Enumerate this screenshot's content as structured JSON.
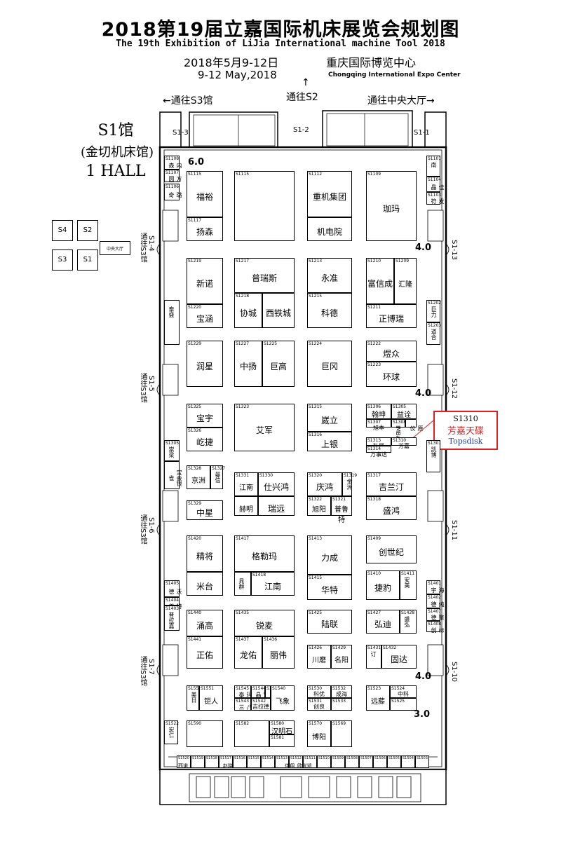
{
  "header": {
    "title": "2018第19届立嘉国际机床展览会规划图",
    "subtitle": "The 19th Exhibition of LiJia International machine Tool 2018",
    "date_cn": "2018年5月9-12日",
    "date_en": "9-12 May,2018",
    "venue_cn": "重庆国际博览中心",
    "venue_en": "Chongqing International Expo Center"
  },
  "navigation": {
    "to_s3": "←通往S3馆",
    "to_s2": "通往S2",
    "to_central": "通往中央大厅→",
    "side_left": "通往S3馆",
    "up_arrow": "↑"
  },
  "hall": {
    "name_cn": "S1馆",
    "subname": "(金切机床馆)",
    "name_en": "1 HALL"
  },
  "entrances": {
    "s1_1": "S1-1",
    "s1_2": "S1-2",
    "s1_3": "S1-3",
    "s1_4": "S1-4",
    "s1_5": "S1-5",
    "s1_6": "S1-6",
    "s1_7": "S1-7",
    "s1_10": "S1-10",
    "s1_11": "S1-11",
    "s1_12": "S1-12",
    "s1_13": "S1-13"
  },
  "minimap": {
    "s4": "S4",
    "s2": "S2",
    "s3": "S3",
    "s1": "S1",
    "central": "中央大厅"
  },
  "callout": {
    "code": "S1310",
    "name": "芳嘉天碟",
    "name_en": "Topsdisk"
  },
  "dims": {
    "d60": "6.0",
    "d40a": "4.0",
    "d40b": "4.0",
    "d40c": "4.0",
    "d30": "3.0"
  },
  "booths": [
    {
      "code": "S1115",
      "name": "福裕"
    },
    {
      "code": "S1117",
      "name": "扬森"
    },
    {
      "code": "S1115",
      "name": ""
    },
    {
      "code": "S1112",
      "name": "重机集团"
    },
    {
      "code": "",
      "name": "机电院"
    },
    {
      "code": "S1109",
      "name": "珈玛"
    },
    {
      "code": "S1219",
      "name": "新诺"
    },
    {
      "code": "S1220",
      "name": "宝涵"
    },
    {
      "code": "S1217",
      "name": "普瑞斯"
    },
    {
      "code": "S1218",
      "name": "协城"
    },
    {
      "code": "",
      "name": "西铁城"
    },
    {
      "code": "S1213",
      "name": "永准"
    },
    {
      "code": "S1215",
      "name": "科德"
    },
    {
      "code": "S1210",
      "name": "富信成"
    },
    {
      "code": "S1209",
      "name": "汇隆"
    },
    {
      "code": "S1211",
      "name": "正博瑞"
    },
    {
      "code": "S1229",
      "name": "润星"
    },
    {
      "code": "S1227",
      "name": "中扬"
    },
    {
      "code": "S1225",
      "name": "巨高"
    },
    {
      "code": "S1224",
      "name": "巨冈"
    },
    {
      "code": "S1222",
      "name": "煜众"
    },
    {
      "code": "S1223",
      "name": "环球"
    },
    {
      "code": "S1325",
      "name": "宝宇"
    },
    {
      "code": "S1326",
      "name": "屹捷"
    },
    {
      "code": "S1323",
      "name": "艾军"
    },
    {
      "code": "S1315",
      "name": "崴立"
    },
    {
      "code": "S1316",
      "name": "上银"
    },
    {
      "code": "S1306",
      "name": "翰坤"
    },
    {
      "code": "S1305",
      "name": "益诠"
    },
    {
      "code": "S1307",
      "name": "旭本"
    },
    {
      "code": "S1308",
      "name": "IMBA"
    },
    {
      "code": "",
      "name": "原仪"
    },
    {
      "code": "S1313",
      "name": "弘展"
    },
    {
      "code": "S1310",
      "name": "芳嘉"
    },
    {
      "code": "S1314",
      "name": "万事达"
    },
    {
      "code": "S1328",
      "name": "京洲"
    },
    {
      "code": "S1327",
      "name": "曼信"
    },
    {
      "code": "S1331",
      "name": "江南"
    },
    {
      "code": "S1330",
      "name": "仕兴鸿"
    },
    {
      "code": "",
      "name": "赫明"
    },
    {
      "code": "",
      "name": "瑞远"
    },
    {
      "code": "S1320",
      "name": "庆鸿"
    },
    {
      "code": "S1319",
      "name": "金洲"
    },
    {
      "code": "S1322",
      "name": "旭阳"
    },
    {
      "code": "S1321",
      "name": "普鲁特"
    },
    {
      "code": "S1317",
      "name": "吉兰汀"
    },
    {
      "code": "S1318",
      "name": "盛鸿"
    },
    {
      "code": "S1329",
      "name": "中星"
    },
    {
      "code": "S1420",
      "name": "精将"
    },
    {
      "code": "",
      "name": "米台"
    },
    {
      "code": "S1417",
      "name": "格勒玛"
    },
    {
      "code": "",
      "name": "晁群"
    },
    {
      "code": "S1418",
      "name": "江南"
    },
    {
      "code": "S1413",
      "name": "力成"
    },
    {
      "code": "S1415",
      "name": "华特"
    },
    {
      "code": "S1409",
      "name": "创世纪"
    },
    {
      "code": "S1410",
      "name": "捷豹"
    },
    {
      "code": "S1411",
      "name": "安美"
    },
    {
      "code": "S1440",
      "name": "涌高"
    },
    {
      "code": "S1441",
      "name": "正佑"
    },
    {
      "code": "S1435",
      "name": "锐麦"
    },
    {
      "code": "S1437",
      "name": "龙佑"
    },
    {
      "code": "S1436",
      "name": "丽伟"
    },
    {
      "code": "S1425",
      "name": "陆联"
    },
    {
      "code": "S1426",
      "name": "川磨"
    },
    {
      "code": "S1429",
      "name": "名阳"
    },
    {
      "code": "S1427",
      "name": "弘迪"
    },
    {
      "code": "S1428",
      "name": "盛弘"
    },
    {
      "code": "S1431",
      "name": "订"
    },
    {
      "code": "S1432",
      "name": "固达"
    },
    {
      "code": "S1550",
      "name": "美日"
    },
    {
      "code": "S1551",
      "name": "钜人"
    },
    {
      "code": "S1545",
      "name": "奥玛泰"
    },
    {
      "code": "S1544",
      "name": "雪晶"
    },
    {
      "code": "S1541",
      "name": ""
    },
    {
      "code": "S1540",
      "name": "飞象"
    },
    {
      "code": "S1543",
      "name": "八三"
    },
    {
      "code": "S1542",
      "name": "吉拉德"
    },
    {
      "code": "S1530",
      "name": "科优"
    },
    {
      "code": "S1532",
      "name": "成海"
    },
    {
      "code": "S1531",
      "name": "创良"
    },
    {
      "code": "S1533",
      "name": ""
    },
    {
      "code": "S1523",
      "name": "远藤"
    },
    {
      "code": "S1524",
      "name": "中科"
    },
    {
      "code": "S1525",
      "name": ""
    },
    {
      "code": "S1590",
      "name": ""
    },
    {
      "code": "S1582",
      "name": ""
    },
    {
      "code": "S1580",
      "name": "汉明石画"
    },
    {
      "code": "S1581",
      "name": ""
    },
    {
      "code": "S1570",
      "name": "博阳"
    },
    {
      "code": "S1569",
      "name": ""
    },
    {
      "code": "S1522",
      "name": "宏仁"
    },
    {
      "code": "S1108",
      "name": "内森"
    },
    {
      "code": "S1107",
      "name": "方圆"
    },
    {
      "code": "S1106",
      "name": "璐奇"
    },
    {
      "code": "S1101",
      "name": "南"
    },
    {
      "code": "S1104",
      "name": "佳晶"
    },
    {
      "code": "S1103",
      "name": "发符"
    },
    {
      "code": "",
      "name": "泰盛"
    },
    {
      "code": "S1202",
      "name": "巨力"
    },
    {
      "code": "S1203",
      "name": "道合"
    },
    {
      "code": "S1305",
      "name": "崇梁"
    },
    {
      "code": "",
      "name": "宝会银雀"
    },
    {
      "code": "S1301",
      "name": "凯博"
    },
    {
      "code": "S1405",
      "name": "沃德"
    },
    {
      "code": "S1404",
      "name": "特盖"
    },
    {
      "code": "S1403",
      "name": "普拉嘉"
    },
    {
      "code": "S1401",
      "name": "海宇"
    },
    {
      "code": "S1402",
      "name": "纯德"
    },
    {
      "code": "S1407",
      "name": "聚德"
    },
    {
      "code": "S1408",
      "name": "标创"
    }
  ],
  "bottom_row": [
    "S1520",
    "S1519",
    "S1518",
    "S1517",
    "S1516",
    "S1515",
    "S1514",
    "S1513",
    "S1512",
    "S1511",
    "S1510",
    "S1509",
    "S1508",
    "S1507",
    "S1506",
    "S1505",
    "S1504",
    "S1503"
  ],
  "bottom_names": {
    "a": "西诺",
    "b": "赵晓",
    "c": "伟翔",
    "d": "欧优凯"
  }
}
